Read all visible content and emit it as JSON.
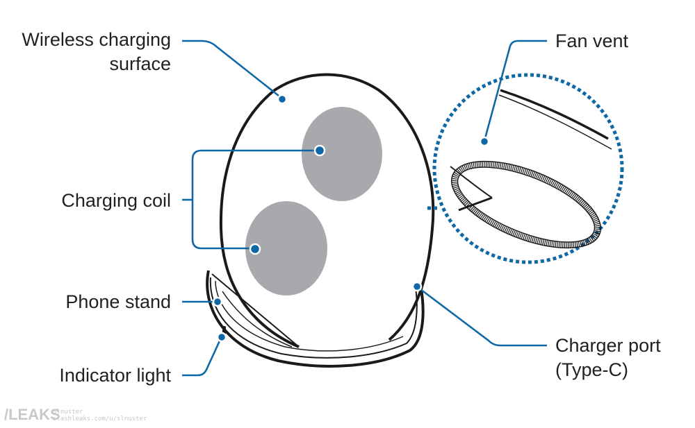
{
  "diagram": {
    "title": "Wireless charger components",
    "labels": {
      "wireless_surface_line1": "Wireless charging",
      "wireless_surface_line2": "surface",
      "charging_coil": "Charging coil",
      "phone_stand": "Phone stand",
      "indicator_light": "Indicator light",
      "fan_vent": "Fan vent",
      "charger_port_line1": "Charger port",
      "charger_port_line2": "(Type-C)"
    },
    "colors": {
      "leader": "#0f68a6",
      "coil": "#a7a9ac",
      "outline": "#1a1a1a"
    }
  },
  "watermark": {
    "logo": "/LEAKS",
    "user": "Slnuster",
    "url": "slashleaks.com/u/slnuster"
  }
}
